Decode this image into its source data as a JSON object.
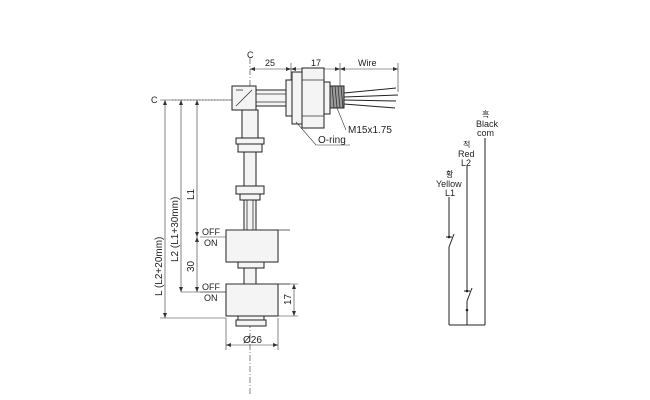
{
  "centerline_labels": {
    "top": "C",
    "left": "C"
  },
  "dimensions": {
    "d25": "25",
    "d17_top": "17",
    "wire": "Wire",
    "thread": "M15x1.75",
    "oring": "O-ring",
    "L1": "L1",
    "L2": "L2 (L1+30mm)",
    "L": "L (L2+20mm)",
    "d30": "30",
    "d17_side": "17",
    "diameter": "Ø26"
  },
  "float_states": {
    "upper_off": "OFF",
    "upper_on": "ON",
    "lower_off": "OFF",
    "lower_on": "ON"
  },
  "wiring": {
    "black_kr": "흑",
    "black": "Black",
    "com": "com",
    "red_kr": "적",
    "red": "Red",
    "l2": "L2",
    "yellow_kr": "황",
    "yellow": "Yellow",
    "l1": "L1"
  }
}
